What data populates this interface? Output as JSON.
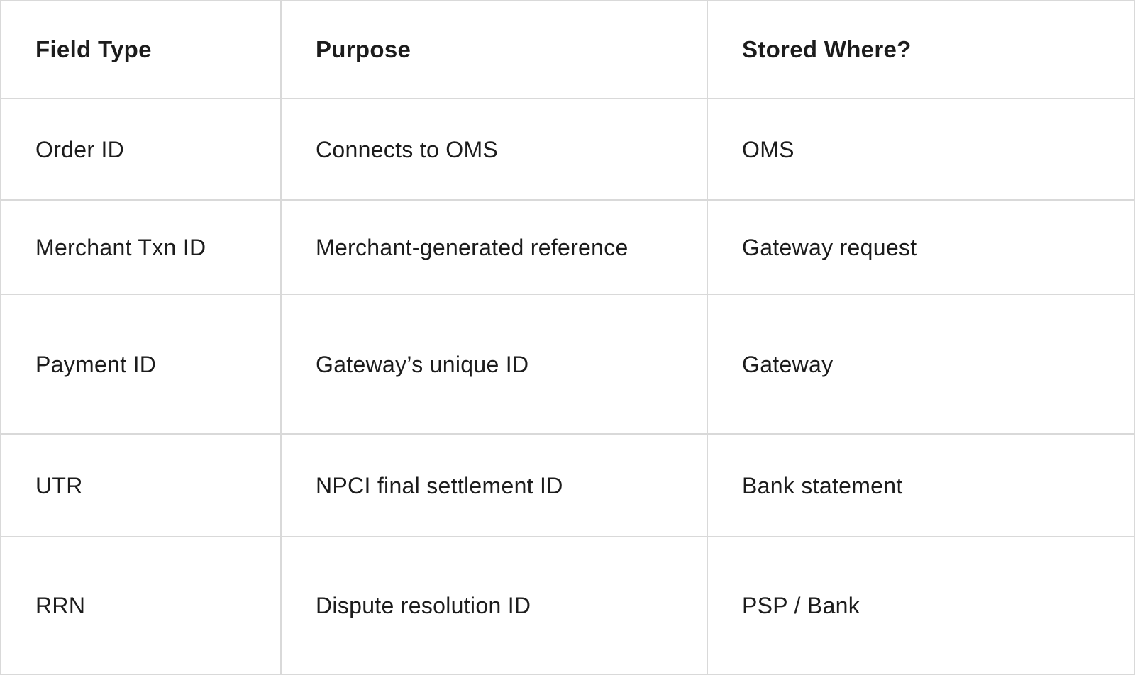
{
  "table": {
    "columns": [
      "Field Type",
      "Purpose",
      "Stored Where?"
    ],
    "rows": [
      [
        "Order ID",
        "Connects to OMS",
        "OMS"
      ],
      [
        "Merchant Txn ID",
        "Merchant-generated reference",
        "Gateway request"
      ],
      [
        "Payment ID",
        "Gateway’s unique ID",
        "Gateway"
      ],
      [
        "UTR",
        "NPCI final settlement ID",
        "Bank statement"
      ],
      [
        "RRN",
        "Dispute resolution ID",
        "PSP / Bank"
      ]
    ]
  },
  "colors": {
    "text": "#1c1c1c",
    "border": "#d9d9d9",
    "background": "#ffffff"
  }
}
